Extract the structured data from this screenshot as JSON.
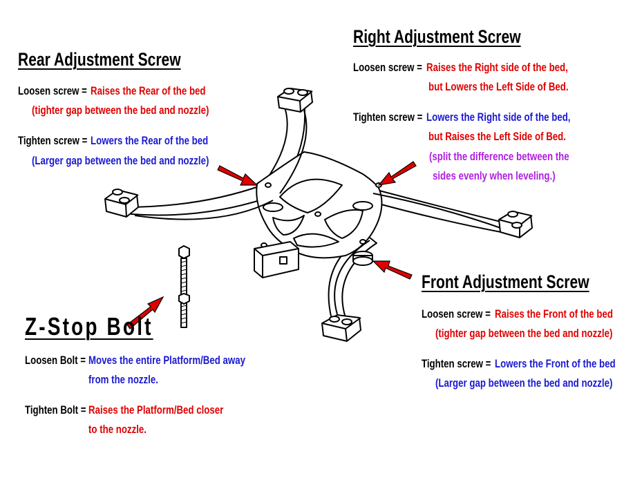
{
  "colors": {
    "red": "#e00000",
    "blue": "#1a1ad0",
    "purple": "#b020e0",
    "black": "#000000"
  },
  "rear": {
    "title": "Rear Adjustment Screw",
    "loosen_label": "Loosen screw =",
    "loosen_effect": "Raises the Rear of the bed",
    "loosen_note": "(tighter gap between the bed and nozzle)",
    "tighten_label": "Tighten screw =",
    "tighten_effect": "Lowers the Rear of the bed",
    "tighten_note": "(Larger gap between the bed and nozzle)"
  },
  "right": {
    "title": "Right Adjustment Screw",
    "loosen_label": "Loosen screw =",
    "loosen_effect": "Raises the Right side of the bed,",
    "loosen_effect2": "but Lowers the Left Side of Bed.",
    "tighten_label": "Tighten screw =",
    "tighten_effect": "Lowers the Right side of the bed,",
    "tighten_effect2": "but Raises the Left Side of Bed.",
    "note1": "(split the difference between the",
    "note2": "sides evenly when leveling.)"
  },
  "front": {
    "title": "Front Adjustment Screw",
    "loosen_label": "Loosen screw =",
    "loosen_effect": "Raises the Front of the bed",
    "loosen_note": "(tighter gap between the bed and nozzle)",
    "tighten_label": "Tighten screw =",
    "tighten_effect": "Lowers the Front of the bed",
    "tighten_note": "(Larger gap between the bed and nozzle)"
  },
  "zstop": {
    "title": "Z-Stop Bolt",
    "loosen_label": "Loosen Bolt =",
    "loosen_effect": "Moves the entire Platform/Bed away",
    "loosen_effect2": "from the nozzle.",
    "tighten_label": "Tighten Bolt =",
    "tighten_effect": "Raises the Platform/Bed closer",
    "tighten_effect2": "to the nozzle."
  }
}
